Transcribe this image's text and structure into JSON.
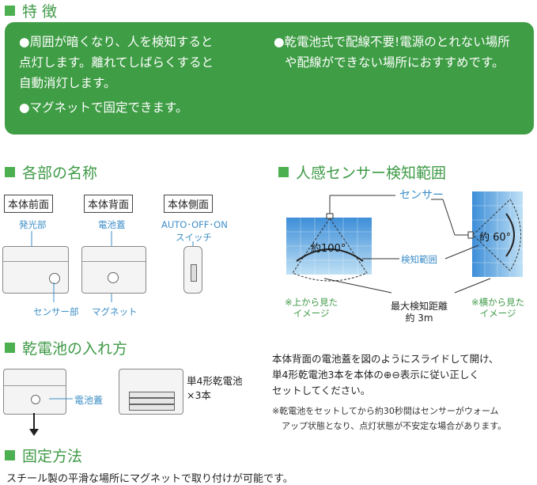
{
  "features": {
    "heading": "特 徴",
    "item1": [
      "●周囲が暗くなり、人を検知すると",
      "点灯します。離れてしばらくすると",
      "自動消灯します。"
    ],
    "item2": [
      "●乾電池式で配線不要!電源のとれない場所",
      "や配線ができない場所におすすめです。"
    ],
    "item3": "●マグネットで固定できます。"
  },
  "parts": {
    "heading": "各部の名称",
    "front_title": "本体前面",
    "back_title": "本体背面",
    "side_title": "本体側面",
    "light_label": "発光部",
    "battery_cover_label": "電池蓋",
    "switch_label1": "AUTO･OFF･ON",
    "switch_label2": "スイッチ",
    "sensor_part_label": "センサー部",
    "magnet_label": "マグネット"
  },
  "sensor_range": {
    "heading": "人感センサー検知範囲",
    "sensor_label": "センサー",
    "angle_top": "約100°",
    "angle_side": "約 60°",
    "range_label": "検知範囲",
    "note_top": [
      "※上から見た",
      "イメージ"
    ],
    "note_side": [
      "※横から見た",
      "イメージ"
    ],
    "max_distance_label": "最大検知距離",
    "max_distance_value": "約 3m"
  },
  "battery": {
    "heading": "乾電池の入れ方",
    "cover_label": "電池蓋",
    "battery_label1": "単4形乾電池",
    "battery_label2": "×3本",
    "instructions": [
      "本体背面の電池蓋を図のようにスライドして開け、",
      "単4形乾電池3本を本体の⊕⊖表示に従い正しく",
      "セットしてください。"
    ],
    "note": [
      "※乾電池をセットしてから約30秒間はセンサーがウォーム",
      "アップ状態となり、点灯状態が不安定な場合があります。"
    ]
  },
  "mounting": {
    "heading": "固定方法",
    "text": "スチール製の平滑な場所にマグネットで取り付けが可能です。"
  },
  "colors": {
    "accent_green": "#3f9d45",
    "label_blue": "#3e8fc7",
    "range_blue": "#6aaee0"
  }
}
